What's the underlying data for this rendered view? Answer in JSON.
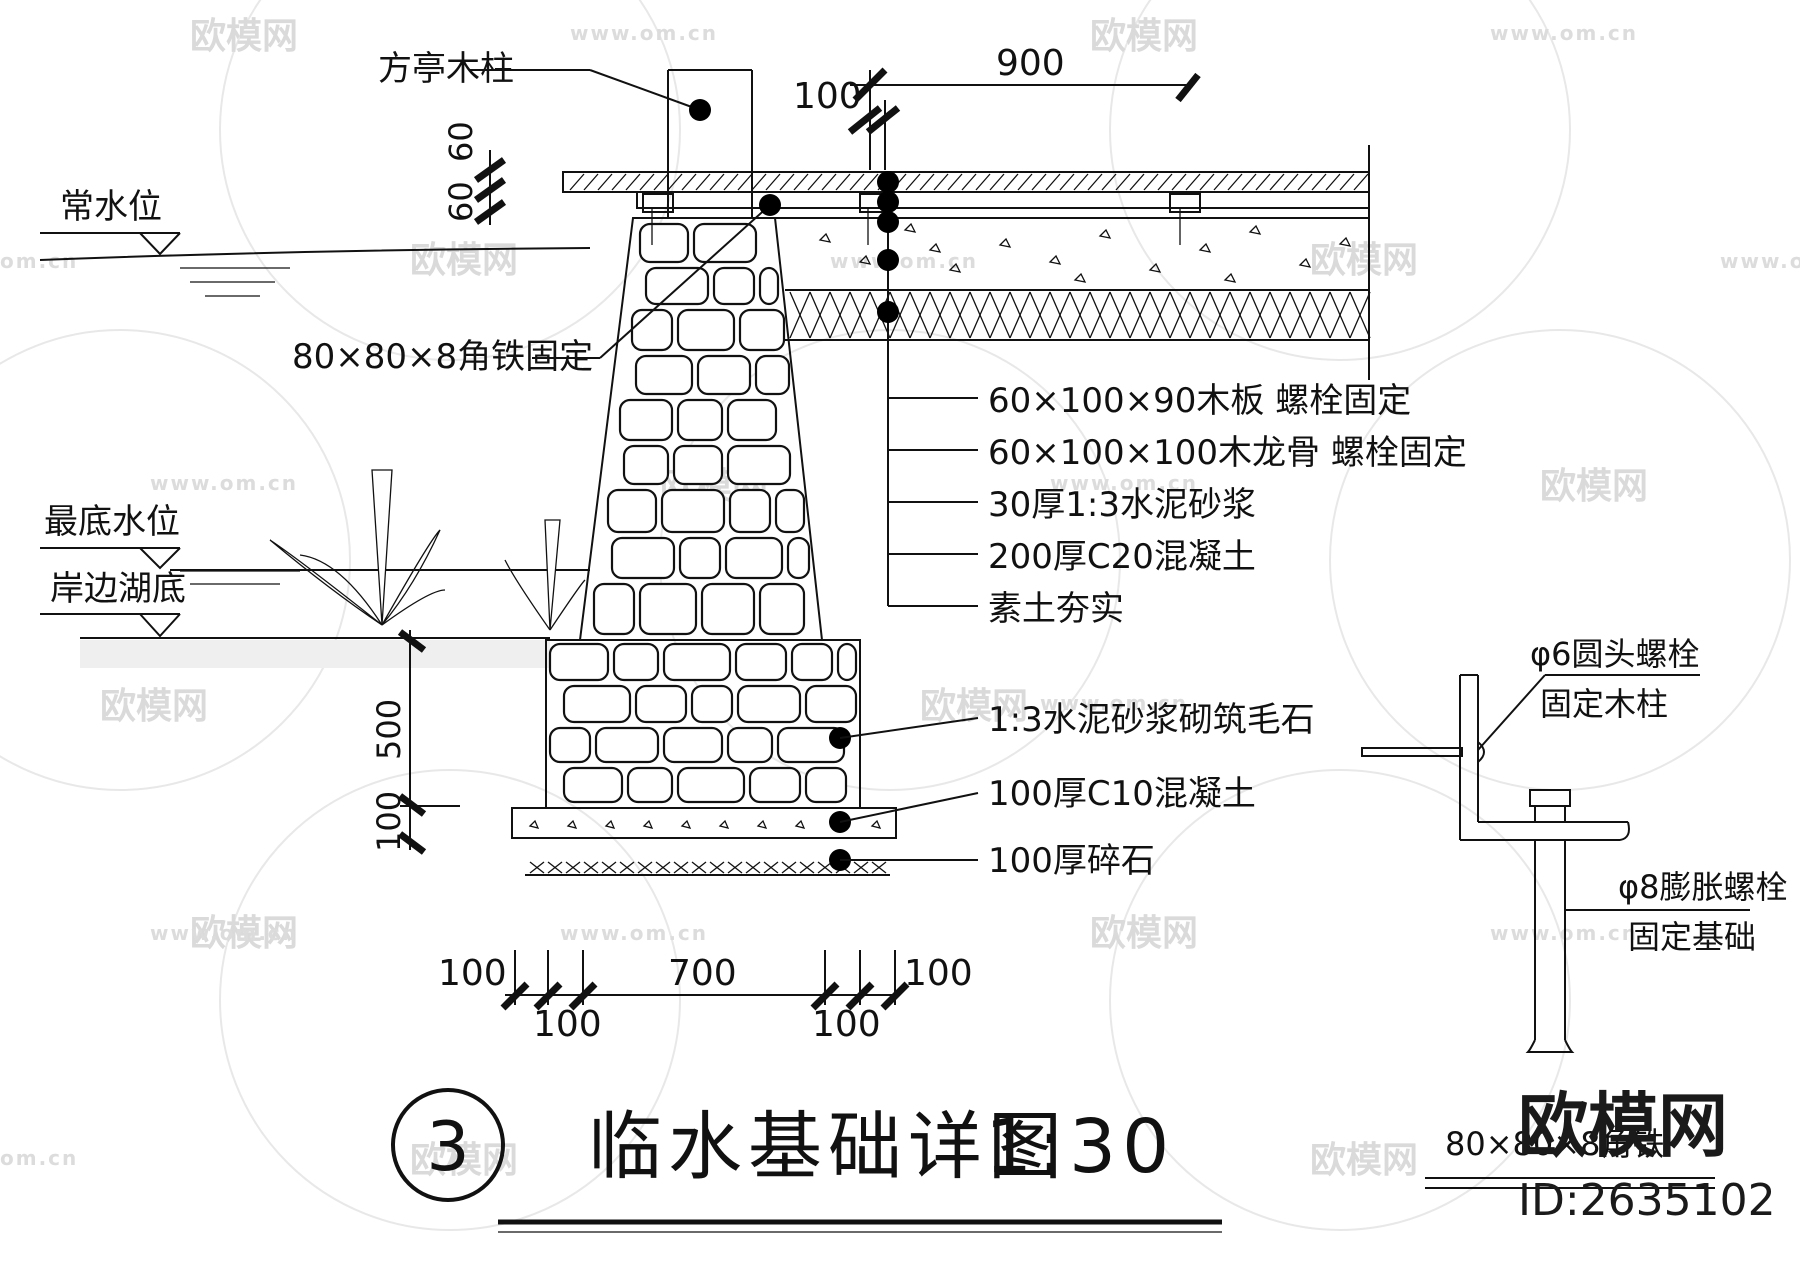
{
  "drawing": {
    "number": "3",
    "title": "临水基础详图",
    "scale": "1:30"
  },
  "labels": {
    "post": "方亭木柱",
    "normal_water": "常水位",
    "lowest_water": "最底水位",
    "lake_bottom": "岸边湖底",
    "angle_iron": "80×80×8角铁固定",
    "board": "60×100×90木板  螺栓固定",
    "joist": "60×100×100木龙骨  螺栓固定",
    "mortar": "30厚1:3水泥砂浆",
    "concrete": "200厚C20混凝土",
    "soil": "素土夯实",
    "rubble": "1:3水泥砂浆砌筑毛石",
    "c10": "100厚C10混凝土",
    "gravel": "100厚碎石",
    "bolt6_a": "φ6圆头螺栓",
    "bolt6_b": "固定木柱",
    "bolt8_a": "φ8膨胀螺栓",
    "bolt8_b": "固定基础",
    "detail_caption": "80×80×8角铁"
  },
  "dimensions": {
    "top_900": "900",
    "top_100": "100",
    "vert_60a": "60",
    "vert_60b": "60",
    "vert_500": "500",
    "vert_100": "100",
    "bottom_100_left": "100",
    "bottom_700": "700",
    "bottom_100_right": "100",
    "bottom_100_sub_left": "100",
    "bottom_100_sub_right": "100"
  },
  "watermark": {
    "text": "欧模网",
    "url": "www.om.cn",
    "url_short": "om.cn"
  },
  "brand": {
    "name": "欧模网",
    "id": "ID:2635102"
  }
}
